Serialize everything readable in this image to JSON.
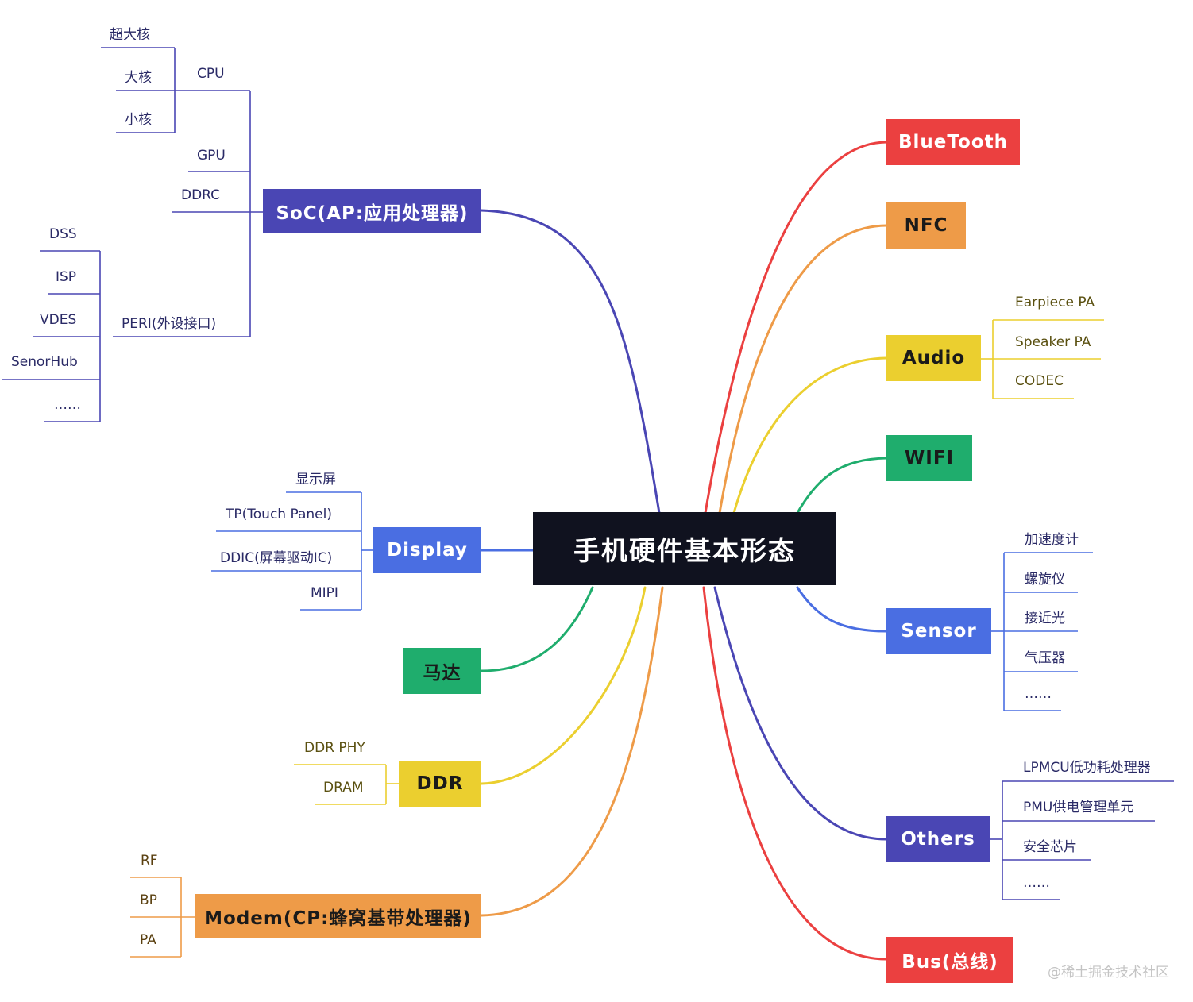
{
  "root": "手机硬件基本形态",
  "watermark": "@稀土掘金技术社区",
  "colors": {
    "purple": "#4a46b4",
    "blue": "#4a6ee2",
    "green": "#1fad6d",
    "yellow": "#ebcf2f",
    "orange": "#ee9b48",
    "red": "#eb4040",
    "root_bg": "#10121f",
    "olive_text": "#5a5010",
    "navy_text": "#2a2a66"
  },
  "branches": {
    "soc": {
      "label": "SoC(AP:应用处理器)",
      "cpu": "CPU",
      "cpu_items": [
        "超大核",
        "大核",
        "小核"
      ],
      "gpu": "GPU",
      "ddrc": "DDRC",
      "peri": "PERI(外设接口)",
      "peri_items": [
        "DSS",
        "ISP",
        "VDES",
        "SenorHub",
        "……"
      ]
    },
    "display": {
      "label": "Display",
      "items": [
        "显示屏",
        "TP(Touch Panel)",
        "DDIC(屏幕驱动IC)",
        "MIPI"
      ]
    },
    "motor": {
      "label": "马达"
    },
    "ddr": {
      "label": "DDR",
      "items": [
        "DDR PHY",
        "DRAM"
      ]
    },
    "modem": {
      "label": "Modem(CP:蜂窝基带处理器)",
      "items": [
        "RF",
        "BP",
        "PA"
      ]
    },
    "bluetooth": {
      "label": "BlueTooth"
    },
    "nfc": {
      "label": "NFC"
    },
    "audio": {
      "label": "Audio",
      "items": [
        "Earpiece PA",
        "Speaker PA",
        "CODEC"
      ]
    },
    "wifi": {
      "label": "WIFI"
    },
    "sensor": {
      "label": "Sensor",
      "items": [
        "加速度计",
        "螺旋仪",
        "接近光",
        "气压器",
        "……"
      ]
    },
    "others": {
      "label": "Others",
      "items": [
        "LPMCU低功耗处理器",
        "PMU供电管理单元",
        "安全芯片",
        "……"
      ]
    },
    "bus": {
      "label": "Bus(总线)"
    }
  }
}
